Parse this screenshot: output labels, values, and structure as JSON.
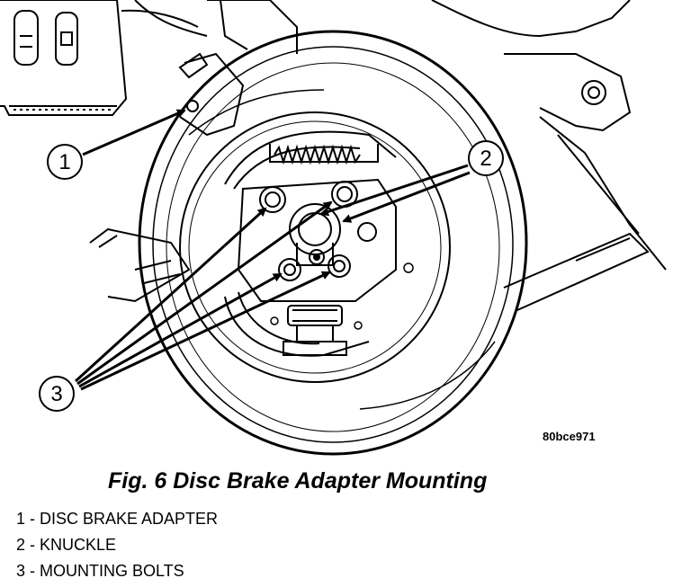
{
  "figure": {
    "code": "80bce971",
    "caption": "Fig. 6 Disc Brake Adapter Mounting"
  },
  "callouts": [
    {
      "number": "1"
    },
    {
      "number": "2"
    },
    {
      "number": "3"
    }
  ],
  "legend": [
    {
      "text": "1 - DISC BRAKE ADAPTER"
    },
    {
      "text": "2 - KNUCKLE"
    },
    {
      "text": "3 - MOUNTING BOLTS"
    }
  ]
}
